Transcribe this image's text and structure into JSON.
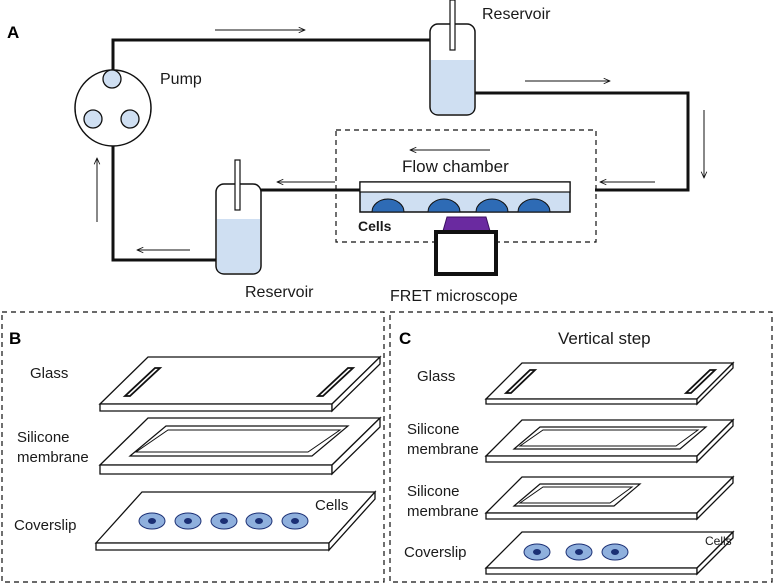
{
  "panel_a": {
    "letter": "A",
    "pump_label": "Pump",
    "reservoir_top_label": "Reservoir",
    "reservoir_bottom_label": "Reservoir",
    "flow_chamber_label": "Flow chamber",
    "cells_label": "Cells",
    "microscope_label": "FRET microscope"
  },
  "panel_b": {
    "letter": "B",
    "glass_label": "Glass",
    "silicone_label_line1": "Silicone",
    "silicone_label_line2": "membrane",
    "coverslip_label": "Coverslip",
    "cells_label": "Cells"
  },
  "panel_c": {
    "letter": "C",
    "title": "Vertical step",
    "glass_label": "Glass",
    "silicone1_label_line1": "Silicone",
    "silicone1_label_line2": "membrane",
    "silicone2_label_line1": "Silicone",
    "silicone2_label_line2": "membrane",
    "coverslip_label": "Coverslip",
    "cells_label": "Cells"
  },
  "colors": {
    "line": "#111111",
    "fluid": "#cfdff2",
    "cell_fill": "#2e6bb5",
    "cell_light": "#8fb0dd",
    "cell_nucleus": "#1b2f74",
    "objective": "#6a2aa0"
  }
}
